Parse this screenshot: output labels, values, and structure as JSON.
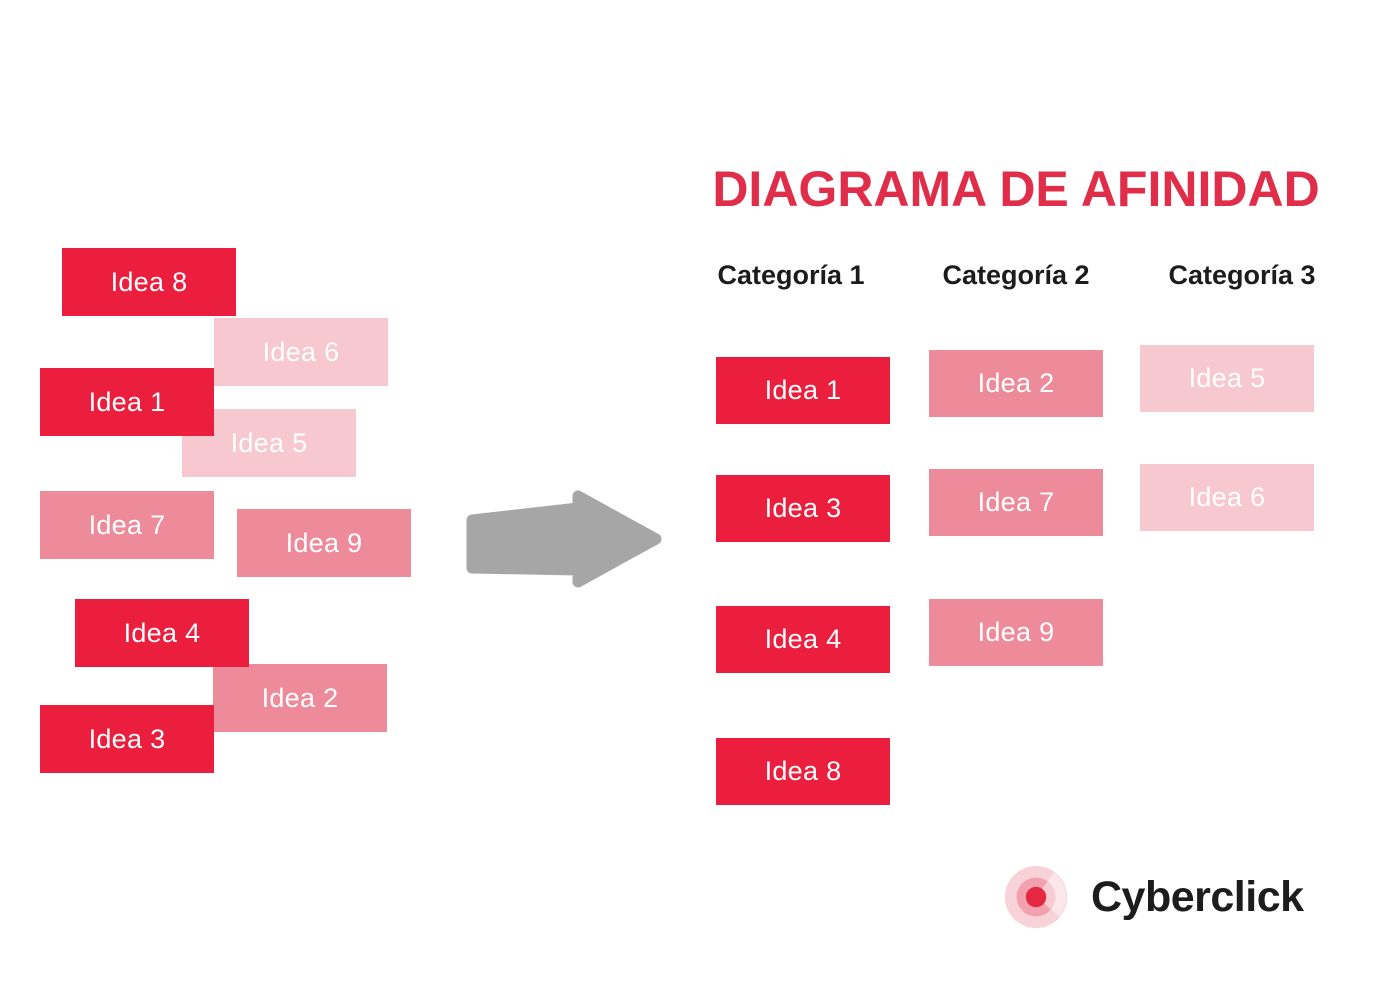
{
  "palette": {
    "note_red": "#ec1e3e",
    "note_medium_pink": "#ee8b9a",
    "note_light_pink": "#f8c8d1",
    "title_red": "#e02e4a",
    "arrow_gray": "#a6a6a6",
    "note_text": "#ffffff",
    "header_text": "#1c1c1c",
    "brand_text": "#1d1d1d"
  },
  "title": "DIAGRAMA DE AFINIDAD",
  "left_cluster": {
    "notes": [
      {
        "label": "Idea 8",
        "tone": "red"
      },
      {
        "label": "Idea 6",
        "tone": "light"
      },
      {
        "label": "Idea 1",
        "tone": "red"
      },
      {
        "label": "Idea 5",
        "tone": "light"
      },
      {
        "label": "Idea 7",
        "tone": "medium"
      },
      {
        "label": "Idea 9",
        "tone": "medium"
      },
      {
        "label": "Idea 4",
        "tone": "red"
      },
      {
        "label": "Idea 2",
        "tone": "medium"
      },
      {
        "label": "Idea 3",
        "tone": "red"
      }
    ]
  },
  "arrow": {
    "icon": "right-arrow",
    "direction": "right"
  },
  "categories": [
    {
      "label": "Categoría 1",
      "tone": "red",
      "notes": [
        "Idea 1",
        "Idea 3",
        "Idea 4",
        "Idea 8"
      ]
    },
    {
      "label": "Categoría 2",
      "tone": "medium",
      "notes": [
        "Idea 2",
        "Idea 7",
        "Idea 9"
      ]
    },
    {
      "label": "Categoría 3",
      "tone": "light",
      "notes": [
        "Idea 5",
        "Idea 6"
      ]
    }
  ],
  "logo": {
    "brand": "Cyberclick",
    "icon": "target-icon"
  }
}
